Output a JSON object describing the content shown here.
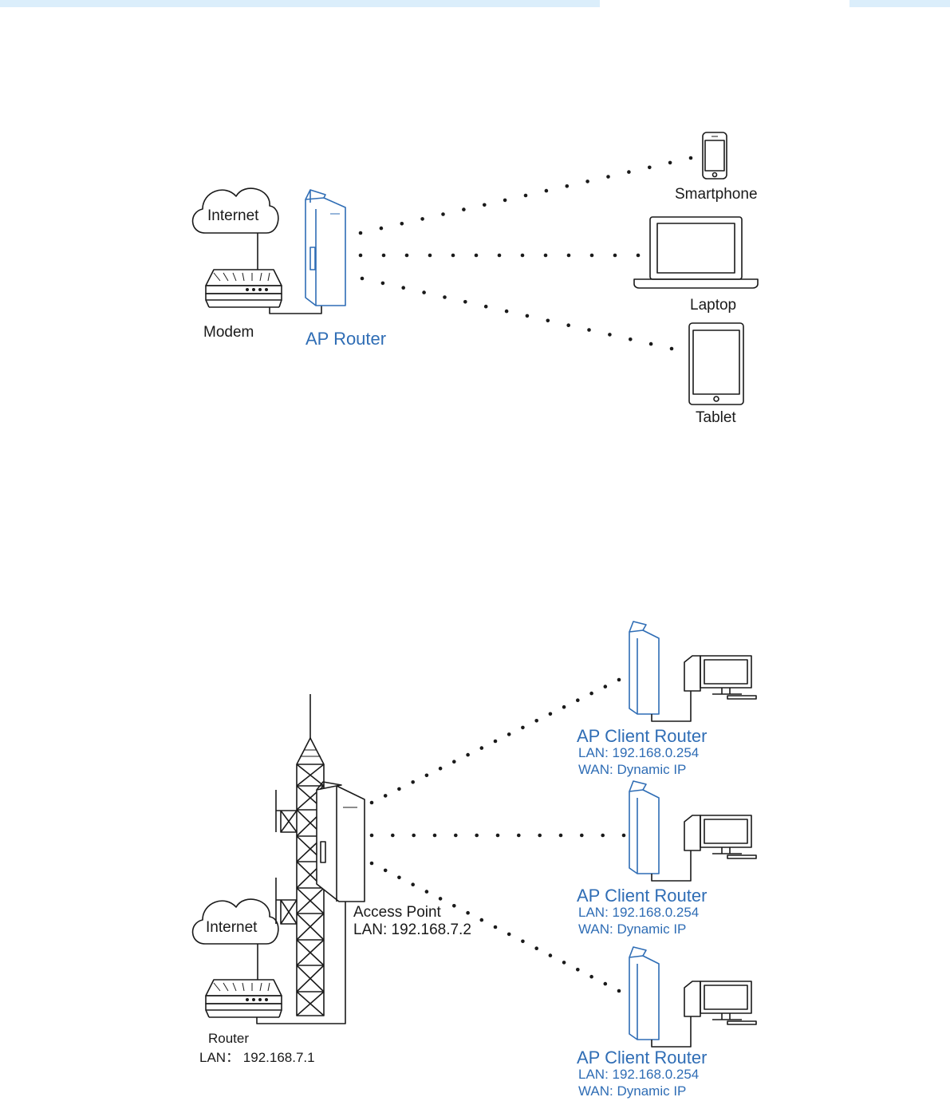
{
  "colors": {
    "accent": "#2f6db5",
    "line": "#1a1a1a",
    "header_bar": "#dbeefb"
  },
  "diagram1": {
    "cloud": "Internet",
    "modem": "Modem",
    "ap_router": "AP Router",
    "devices": {
      "smartphone": "Smartphone",
      "laptop": "Laptop",
      "tablet": "Tablet"
    }
  },
  "diagram2": {
    "cloud": "Internet",
    "router": {
      "name": "Router",
      "lan": "LAN：  192.168.7.1"
    },
    "access_point": {
      "name": "Access Point",
      "lan": "LAN: 192.168.7.2"
    },
    "clients": [
      {
        "name": "AP Client Router",
        "lan": "LAN: 192.168.0.254",
        "wan": "WAN: Dynamic IP"
      },
      {
        "name": "AP Client Router",
        "lan": "LAN: 192.168.0.254",
        "wan": "WAN: Dynamic IP"
      },
      {
        "name": "AP Client Router",
        "lan": "LAN: 192.168.0.254",
        "wan": "WAN: Dynamic IP"
      }
    ]
  }
}
